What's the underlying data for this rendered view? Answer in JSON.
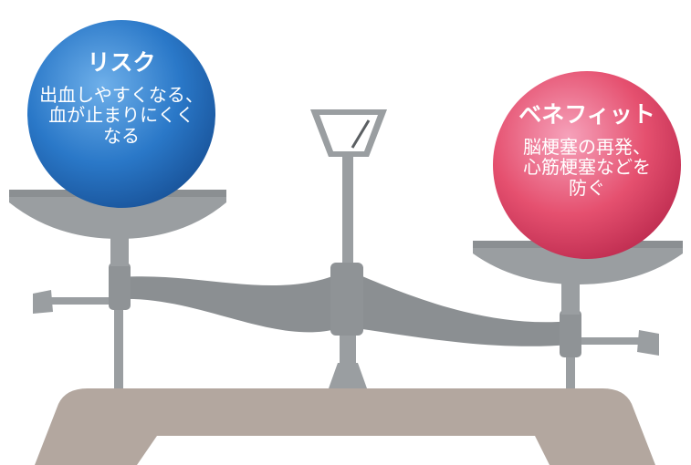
{
  "risk": {
    "title": "リスク",
    "line1": "出血しやすくなる、",
    "line2": "血が止まりにくく",
    "line3": "なる",
    "color": "#1f6fbf"
  },
  "benefit": {
    "title": "ベネフィット",
    "line1": "脳梗塞の再発、",
    "line2": "心筋梗塞などを",
    "line3": "防ぐ",
    "color": "#e0456f"
  },
  "colors": {
    "metal": "#9a9ea1",
    "metal_dark": "#7f8386",
    "base": "#b3a79f"
  }
}
